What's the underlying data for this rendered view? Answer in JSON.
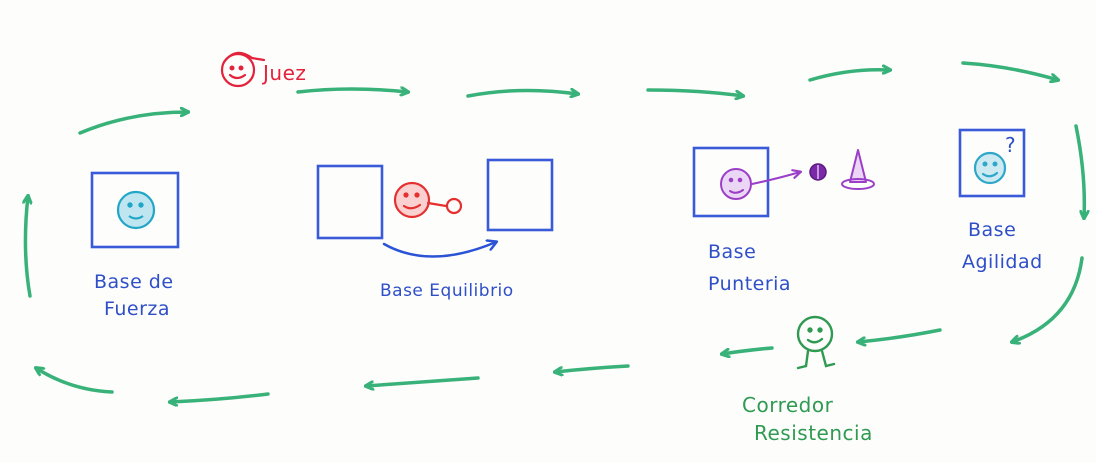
{
  "colors": {
    "paper": "#fdfdfb",
    "arrow_green": "#39b27a",
    "box_blue": "#3a5bd9",
    "label_blue": "#2f4fc9",
    "judge_red": "#e2233b",
    "balance_red": "#e53030",
    "aim_purple": "#9b3fc8",
    "strength_cyan": "#21a6c7",
    "agility_cyan": "#2fa7c9",
    "runner_green": "#2f9a52"
  },
  "judge": {
    "icon": "smiley-with-cap-icon",
    "label": "Juez"
  },
  "stations": [
    {
      "id": "fuerza",
      "label_line1": "Base de",
      "label_line2": "Fuerza",
      "icon": "smiley-face-icon"
    },
    {
      "id": "equilibrio",
      "label_line1": "Base Equilibrio",
      "label_line2": "",
      "icon": "smiley-with-ball-icon"
    },
    {
      "id": "punteria",
      "label_line1": "Base",
      "label_line2": "Punteria",
      "icon": "smiley-aiming-icon"
    },
    {
      "id": "agilidad",
      "label_line1": "Base",
      "label_line2": "Agilidad",
      "icon": "smiley-question-icon"
    }
  ],
  "runner": {
    "icon": "runner-figure-icon",
    "label_line1": "Corredor",
    "label_line2": "Resistencia"
  },
  "question_mark": "?"
}
